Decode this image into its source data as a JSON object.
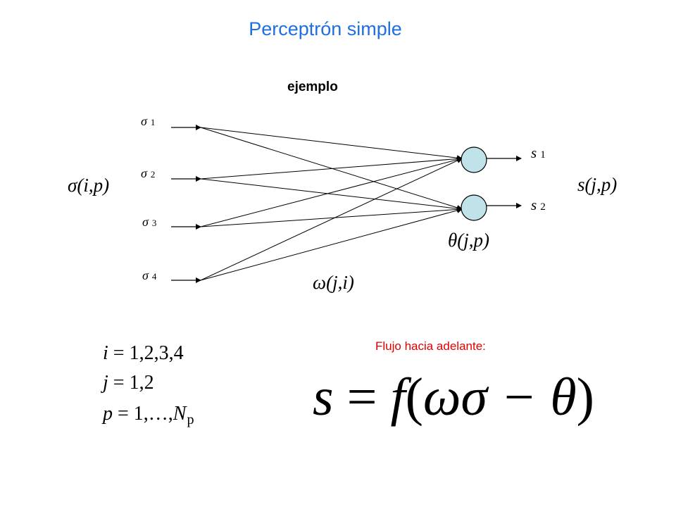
{
  "title": "Perceptrón simple",
  "subtitle": "ejemplo",
  "inputs": [
    {
      "symbol": "σ",
      "index": "1"
    },
    {
      "symbol": "σ",
      "index": "2"
    },
    {
      "symbol": "σ",
      "index": "3"
    },
    {
      "symbol": "σ",
      "index": "4"
    }
  ],
  "outputs": [
    {
      "symbol": "s",
      "index": "1"
    },
    {
      "symbol": "s",
      "index": "2"
    }
  ],
  "labels": {
    "input_func": {
      "sym": "σ",
      "args": "(i,p)"
    },
    "output_func": {
      "sym": "s",
      "args": "(j,p)"
    },
    "threshold": {
      "sym": "θ",
      "args": "(j,p)"
    },
    "weights": {
      "sym": "ω",
      "args": "(j,i)"
    }
  },
  "ranges": {
    "i": {
      "var": "i",
      "values": "= 1,2,3,4"
    },
    "j": {
      "var": "j",
      "values": "= 1,2"
    },
    "p": {
      "var": "p",
      "values": "= 1,…,",
      "end": "N",
      "end_sub": "p"
    }
  },
  "formula_title": "Flujo hacia adelante:",
  "formula": {
    "lhs": "s",
    "rhs1": "= ",
    "func": "f",
    "paren_open": "(",
    "body": "ωσ − θ",
    "paren_close": ")"
  },
  "colors": {
    "title": "#1f6fe0",
    "neuron_fill": "#bfe3e8",
    "flow_text": "#e00000"
  }
}
